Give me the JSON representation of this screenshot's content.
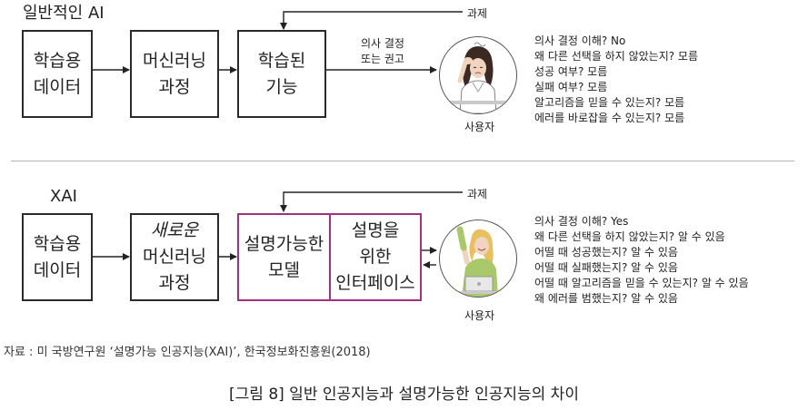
{
  "top": {
    "title": "일반적인 AI",
    "boxes": {
      "learning_data": "학습용\n데이터",
      "ml_process": "머신러닝\n과정",
      "trained_function": "학습된\n기능"
    },
    "task_label": "과제",
    "decision_label": "의사 결정\n또는 권고",
    "user_label": "사용자",
    "qa": [
      "의사 결정 이해? No",
      "왜 다른 선택을 하지 않았는지? 모름",
      "성공 여부? 모름",
      "실패 여부? 모름",
      "알고리즘을 믿을 수 있는지? 모름",
      "에러를 바로잡을 수 있는지? 모름"
    ]
  },
  "bottom": {
    "title": "XAI",
    "boxes": {
      "learning_data": "학습용\n데이터",
      "new_word": "새로운",
      "ml_process": "머신러닝\n과정",
      "explainable_model": "설명가능한\n모델",
      "interface": "설명을\n위한\n인터페이스"
    },
    "task_label": "과제",
    "user_label": "사용자",
    "qa": [
      "의사 결정 이해? Yes",
      "왜 다른 선택을 하지 않았는지? 알 수 있음",
      "어떨 때 성공했는지? 알 수 있음",
      "어떨 때 실패했는지? 알 수 있음",
      "어떨 때 알고리즘을 믿을 수 있는지? 알 수 있음",
      "왜 에러를 범했는지? 알 수 있음"
    ]
  },
  "source": "자료 : 미 국방연구원 ‘설명가능 인공지능(XAI)’, 한국정보화진흥원(2018)",
  "caption": "[그림 8] 일반 인공지능과 설명가능한 인공지능의 차이",
  "colors": {
    "accent": "#a0317f",
    "border": "#2a2a2a",
    "divider": "#b5b5b5"
  }
}
